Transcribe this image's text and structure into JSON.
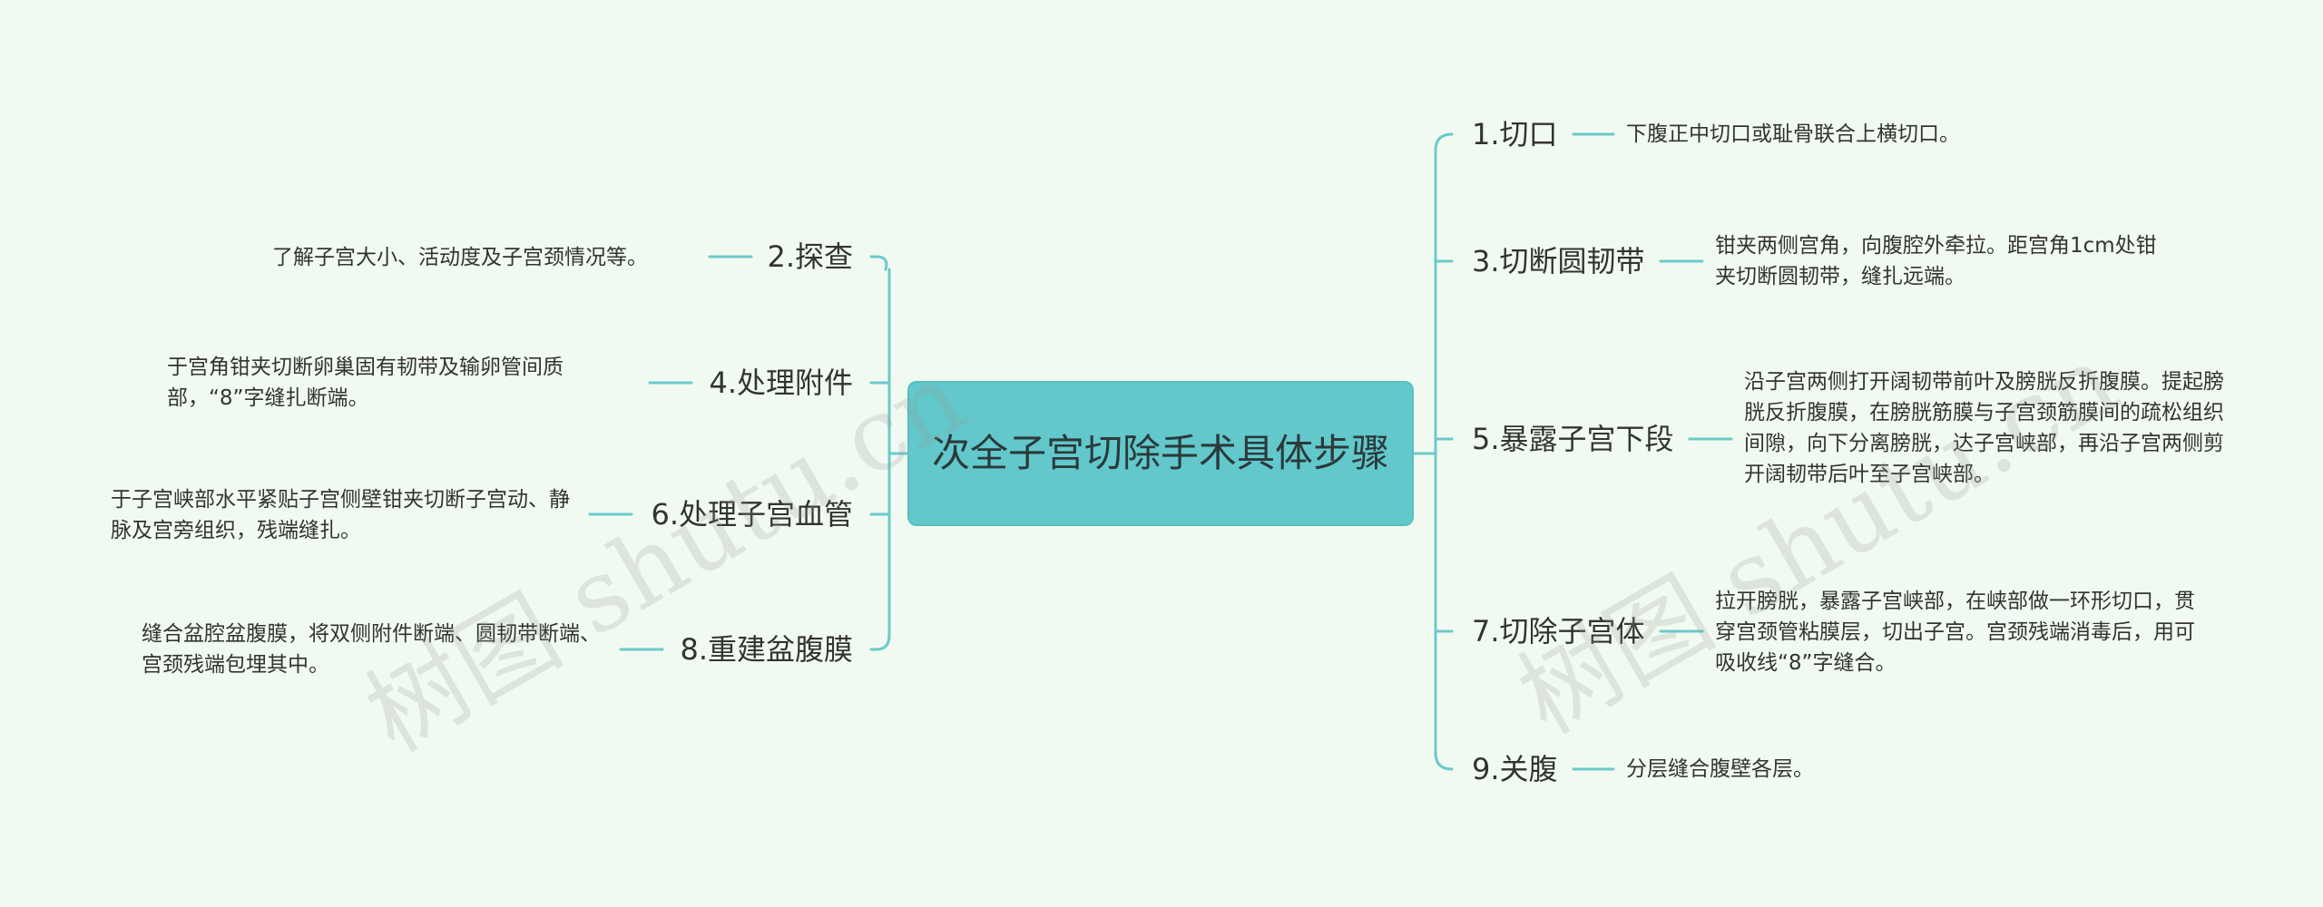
{
  "center": {
    "title": "次全子宫切除手术具体步骤"
  },
  "left_branches": [
    {
      "label": "2.探查",
      "detail": "了解子宫大小、活动度及子宫颈情况等。"
    },
    {
      "label": "4.处理附件",
      "detail": "于宫角钳夹切断卵巢固有韧带及输卵管间质部，“8”字缝扎断端。"
    },
    {
      "label": "6.处理子宫血管",
      "detail": "于子宫峡部水平紧贴子宫侧壁钳夹切断子宫动、静脉及宫旁组织，残端缝扎。"
    },
    {
      "label": "8.重建盆腹膜",
      "detail": "缝合盆腔盆腹膜，将双侧附件断端、圆韧带断端、宫颈残端包埋其中。"
    }
  ],
  "right_branches": [
    {
      "label": "1.切口",
      "detail": "下腹正中切口或耻骨联合上横切口。"
    },
    {
      "label": "3.切断圆韧带",
      "detail": "钳夹两侧宫角，向腹腔外牵拉。距宫角1cm处钳夹切断圆韧带，缝扎远端。"
    },
    {
      "label": "5.暴露子宫下段",
      "detail": "沿子宫两侧打开阔韧带前叶及膀胱反折腹膜。提起膀胱反折腹膜，在膀胱筋膜与子宫颈筋膜间的疏松组织间隙，向下分离膀胱，达子宫峡部，再沿子宫两侧剪开阔韧带后叶至子宫峡部。"
    },
    {
      "label": "7.切除子宫体",
      "detail": "拉开膀胱，暴露子宫峡部，在峡部做一环形切口，贯穿宫颈管粘膜层，切出子宫。宫颈残端消毒后，用可吸收线“8”字缝合。"
    },
    {
      "label": "9.关腹",
      "detail": "分层缝合腹壁各层。"
    }
  ],
  "watermarks": [
    "树图 shutu.cn",
    "树图 shutu.cn"
  ],
  "colors": {
    "accent": "#62c8cb",
    "connector": "#6cc9cc",
    "background": "#f1faf0"
  }
}
